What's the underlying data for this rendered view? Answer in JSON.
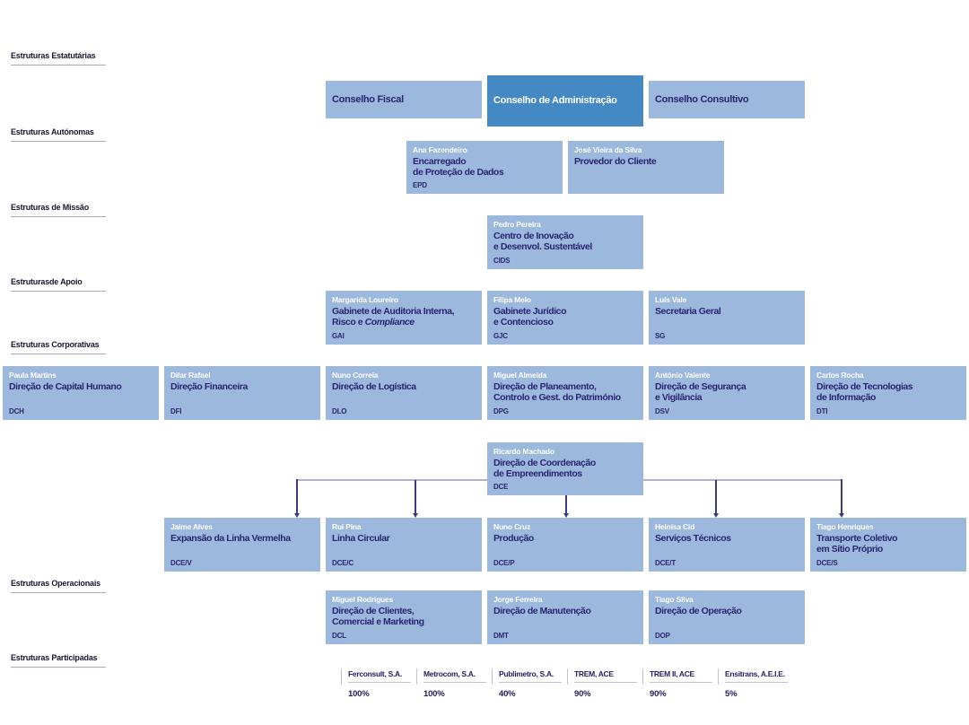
{
  "colors": {
    "box_light": "#9db8dd",
    "box_dark": "#4489c4",
    "text_title": "#2a2473",
    "text_name": "#ffffff",
    "label_text": "#16162e",
    "label_underline": "#a9a7c9",
    "connector_h": "#b1afd0",
    "connector_v": "#3d3b7a",
    "table_text": "#24215f"
  },
  "section_labels": [
    "Estruturas Estatutárias",
    "Estruturas Autónomas",
    "Estruturas de Missão",
    "Estruturasde Apoio",
    "Estruturas Corporativas",
    "Estruturas Operacionais",
    "Estruturas Participadas"
  ],
  "units": [
    {
      "title": "Conselho Fiscal"
    },
    {
      "title": "Conselho de Administração"
    },
    {
      "title": "Conselho Consultivo"
    },
    {
      "name": "Ana Fazendeiro",
      "title": "Encarregado\nde Proteção de Dados",
      "acronym": "EPD"
    },
    {
      "name": "José Vieira da Silva",
      "title": "Provedor do Cliente"
    },
    {
      "name": "Pedro Pereira",
      "title": "Centro de Inovação\ne Desenvol. Sustentável",
      "acronym": "CIDS"
    },
    {
      "name": "Margarida Loureiro",
      "title_line1": "Gabinete de Auditoria Interna,",
      "title_line2": "Risco e",
      "title_italic": "Compliance",
      "acronym": "GAI"
    },
    {
      "name": "Filipa Melo",
      "title": "Gabinete Jurídico\ne Contencioso",
      "acronym": "GJC"
    },
    {
      "name": "Luís Vale",
      "title": "Secretaria Geral",
      "acronym": "SG"
    },
    {
      "name": "Paula Martins",
      "title": "Direção de Capital Humano",
      "acronym": "DCH"
    },
    {
      "name": "Dilar Rafael",
      "title": "Direção Financeira",
      "acronym": "DFI"
    },
    {
      "name": "Nuno Correia",
      "title": "Direção de Logística",
      "acronym": "DLO"
    },
    {
      "name": "Miguel Almeida",
      "title": "Direção de Planeamento,\nControlo e Gest. do Património",
      "acronym": "DPG"
    },
    {
      "name": "António Valente",
      "title": "Direção de Segurança\ne Vigilância",
      "acronym": "DSV"
    },
    {
      "name": "Carlos Rocha",
      "title": "Direção de Tecnologias\nde Informação",
      "acronym": "DTI"
    },
    {
      "name": "Ricardo Machado",
      "title": "Direção de Coordenação\nde Empreendimentos",
      "acronym": "DCE"
    },
    {
      "name": "Jaime Alves",
      "title": "Expansão da Linha Vermelha",
      "acronym": "DCE/V"
    },
    {
      "name": "Rui Pina",
      "title": "Linha Circular",
      "acronym": "DCE/C"
    },
    {
      "name": "Nuno Cruz",
      "title": "Produção",
      "acronym": "DCE/P"
    },
    {
      "name": "Heloísa Cid",
      "title": "Serviços Técnicos",
      "acronym": "DCE/T"
    },
    {
      "name": "Tiago Henriques",
      "title": "Transporte Coletivo\nem Sítio Próprio",
      "acronym": "DCE/S"
    },
    {
      "name": "Miguel Rodrigues",
      "title": "Direção de Clientes,\nComercial e Marketing",
      "acronym": "DCL"
    },
    {
      "name": "Jorge Ferreira",
      "title": "Direção de Manutenção",
      "acronym": "DMT"
    },
    {
      "name": "Tiago Silva",
      "title": "Direção de Operação",
      "acronym": "DOP"
    }
  ],
  "companies": [
    {
      "name": "Ferconsult, S.A.",
      "share": "100%"
    },
    {
      "name": "Metrocom, S.A.",
      "share": "100%"
    },
    {
      "name": "Publimetro, S.A.",
      "share": "40%"
    },
    {
      "name": "TREM, ACE",
      "share": "90%"
    },
    {
      "name": "TREM II, ACE",
      "share": "90%"
    },
    {
      "name": "Ensitrans, A.E.I.E.",
      "share": "5%"
    }
  ]
}
